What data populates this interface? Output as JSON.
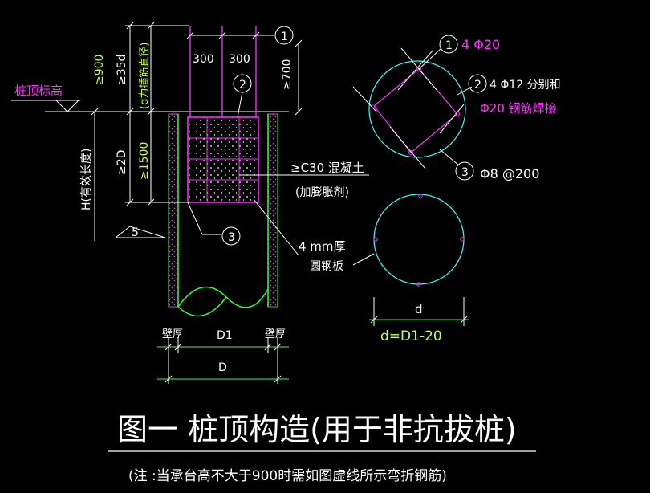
{
  "colors": {
    "background": "#000000",
    "white": "#ffffff",
    "magenta": "#ff33ff",
    "green": "#33ff33",
    "yellow_green": "#ccff33",
    "cyan": "#33ffff",
    "dim_magenta": "#cc44cc"
  },
  "left_section": {
    "pile_top_elevation": "桩顶标高",
    "effective_length": "H(有效长度)",
    "dim_900": "≥900",
    "dim_35d": "≥35d",
    "dim_d_note": "(d为插筋直径)",
    "dim_2D": "≥2D",
    "dim_1500": "≥1500",
    "dim_700": "≥700",
    "dim_300_a": "300",
    "dim_300_b": "300",
    "callout_1": "1",
    "callout_2": "2",
    "callout_3": "3",
    "concrete_line1": "≥C30 混凝土",
    "concrete_line2": "(加膨胀剂)",
    "plate_line1": "4 mm厚",
    "plate_line2": "圆钢板",
    "slope_5": "5",
    "wall_left": "壁厚",
    "wall_right": "壁厚",
    "dim_D1": "D1",
    "dim_D": "D"
  },
  "right_section": {
    "callout_1": "1",
    "bar_1": "4 Φ20",
    "callout_2": "2",
    "bar_2_line1": "4 Φ12 分别和",
    "bar_2_line2": "Φ20 钢筋焊接",
    "callout_3": "3",
    "bar_3": "Φ8 @200",
    "dim_d": "d",
    "formula": "d=D1-20"
  },
  "title": {
    "main": "图一  桩顶构造(用于非抗拔桩)",
    "note": "(注 :当承台高不大于900时需如图虚线所示弯折钢筋)"
  }
}
